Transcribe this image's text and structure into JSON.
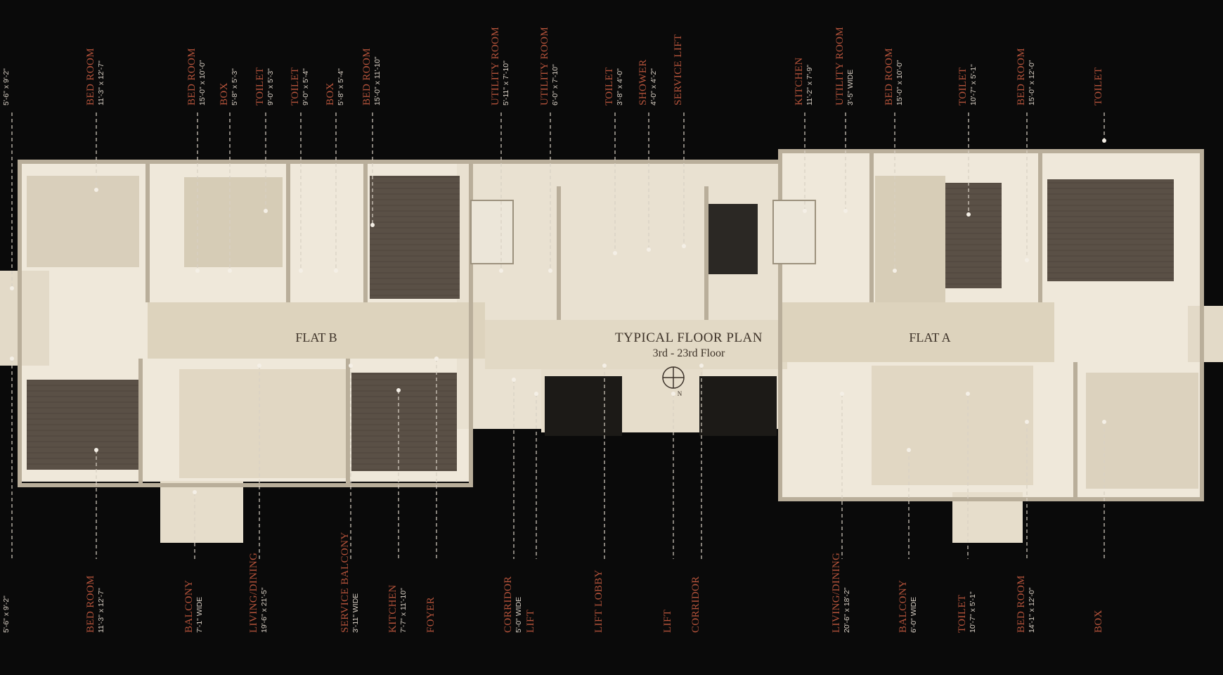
{
  "plan": {
    "title": "TYPICAL FLOOR PLAN",
    "subtitle": "3rd - 23rd Floor",
    "flat_a": "FLAT A",
    "flat_b": "FLAT B",
    "compass_letter": "N"
  },
  "top_labels": [
    {
      "name": "",
      "dim": "5'-6\" x 9'-2\""
    },
    {
      "name": "BED ROOM",
      "dim": "11'-3\" x 12'-7\""
    },
    {
      "name": "BED ROOM",
      "dim": "15'-0\" x 10'-0\""
    },
    {
      "name": "BOX",
      "dim": "5'-8\" x 5'-3\""
    },
    {
      "name": "TOILET",
      "dim": "9'-0\" x 5'-3\""
    },
    {
      "name": "TOILET",
      "dim": "9'-0\" x 5'-4\""
    },
    {
      "name": "BOX",
      "dim": "5'-8\" x 5'-4\""
    },
    {
      "name": "BED ROOM",
      "dim": "15'-0\" x 11'-10\""
    },
    {
      "name": "UTILITY ROOM",
      "dim": "5'-11\" x 7'-10\""
    },
    {
      "name": "UTILITY ROOM",
      "dim": "6'-0\" x 7'-10\""
    },
    {
      "name": "TOILET",
      "dim": "3'-8\" x 4'-0\""
    },
    {
      "name": "SHOWER",
      "dim": "4'-0\" x 4'-2\""
    },
    {
      "name": "SERVICE LIFT",
      "dim": ""
    },
    {
      "name": "KITCHEN",
      "dim": "11'-2\" x 7'-9\""
    },
    {
      "name": "UTILITY ROOM",
      "dim": "3'-5\" WIDE"
    },
    {
      "name": "BED ROOM",
      "dim": "15'-0\" x 10'-0\""
    },
    {
      "name": "TOILET",
      "dim": "10'-7\" x 5'-1\""
    },
    {
      "name": "BED ROOM",
      "dim": "15'-0\" x 12'-0\""
    },
    {
      "name": "TOILET",
      "dim": ""
    }
  ],
  "bottom_labels": [
    {
      "name": "",
      "dim": "5'-6\" x 9'-2\""
    },
    {
      "name": "BED ROOM",
      "dim": "11'-3\" x 12'-7\""
    },
    {
      "name": "BALCONY",
      "dim": "7'-1\" WIDE"
    },
    {
      "name": "LIVING/DINING",
      "dim": "19'-6\" x 21'-5\""
    },
    {
      "name": "SERVICE BALCONY",
      "dim": "3'-11\" WIDE"
    },
    {
      "name": "KITCHEN",
      "dim": "7'-7\" x 11'-10\""
    },
    {
      "name": "FOYER",
      "dim": ""
    },
    {
      "name": "CORRIDOR",
      "dim": "5'-0\" WIDE"
    },
    {
      "name": "LIFT",
      "dim": ""
    },
    {
      "name": "LIFT LOBBY",
      "dim": ""
    },
    {
      "name": "LIFT",
      "dim": ""
    },
    {
      "name": "CORRIDOR",
      "dim": ""
    },
    {
      "name": "LIVING/DINING",
      "dim": "20'-6\" x 18'-2\""
    },
    {
      "name": "BALCONY",
      "dim": "6'-0\" WIDE"
    },
    {
      "name": "TOILET",
      "dim": "10'-7\" x 5'-1\""
    },
    {
      "name": "BED ROOM",
      "dim": "14'-1\" x 12'-0\""
    },
    {
      "name": "BOX",
      "dim": ""
    }
  ],
  "colors": {
    "background": "#0a0a0a",
    "label_name": "#b5533b",
    "label_dim": "#d8cfc4",
    "wall": "#e8e1d3",
    "floor_light": "#ddd3c0",
    "floor_dark": "#5c5248",
    "leader_line": "#d8d0c4"
  }
}
